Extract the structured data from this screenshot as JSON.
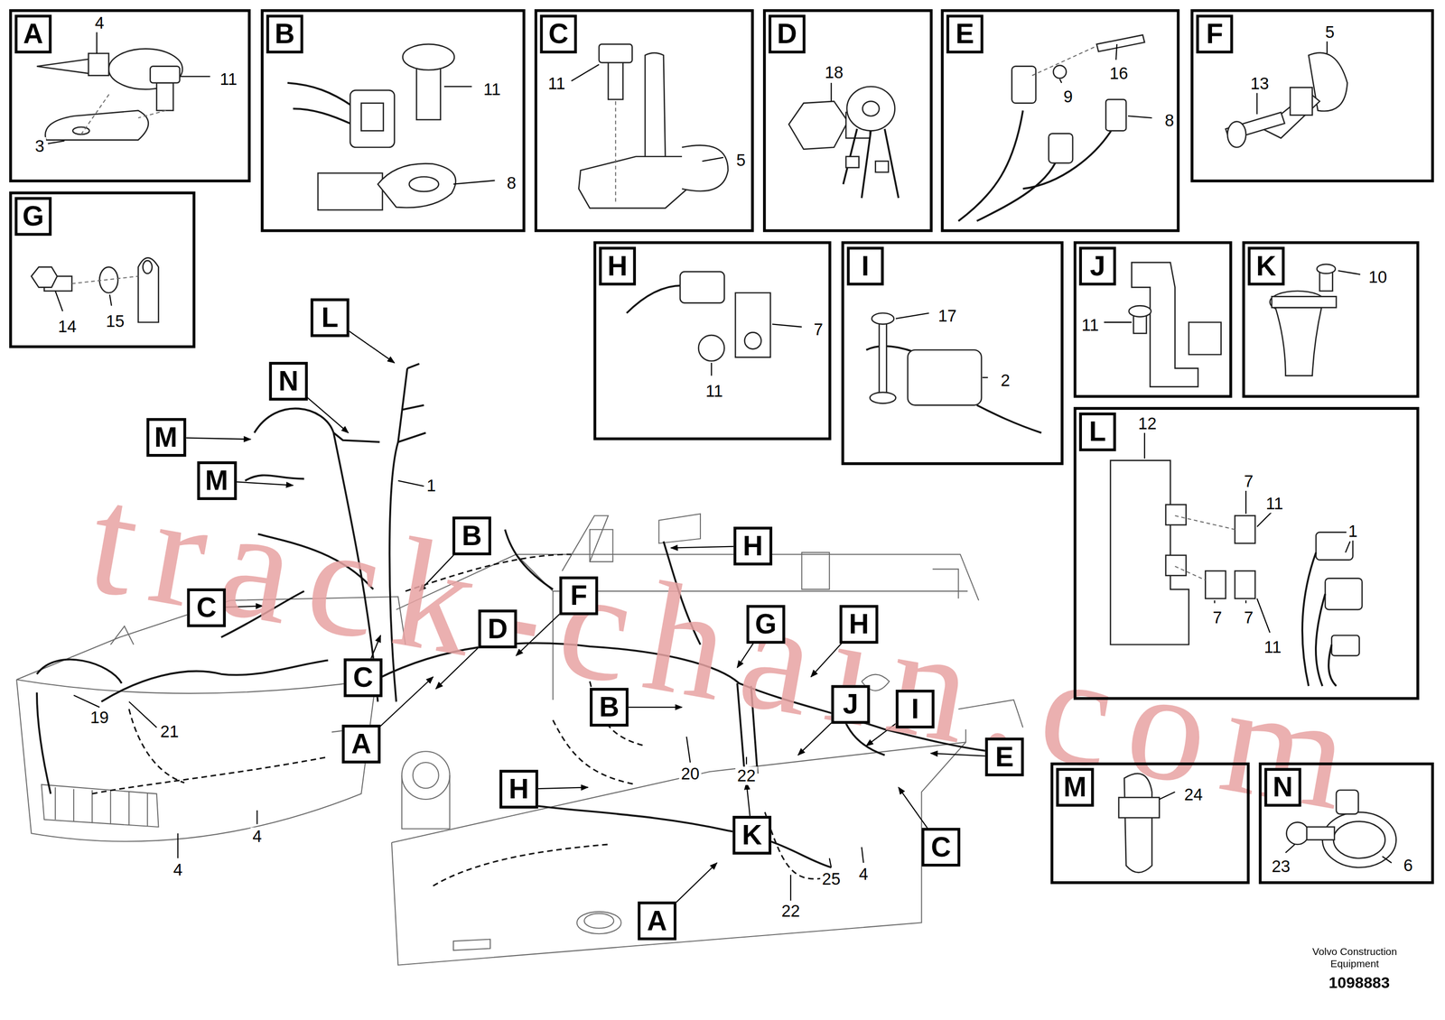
{
  "diagram": {
    "nodes": [
      {
        "text": [
          "4",
          "11",
          "3"
        ]
      },
      {
        "text": [
          "A"
        ],
        "in": 0
      },
      {
        "text": [
          "11",
          "8"
        ]
      },
      {
        "text": [
          "B"
        ],
        "in": 2
      },
      {
        "text": [
          "11",
          "5"
        ]
      },
      {
        "text": [
          "C"
        ],
        "in": 4
      },
      {
        "text": [
          "18"
        ]
      },
      {
        "text": [
          "D"
        ],
        "in": 6
      },
      {
        "text": [
          "16",
          "9",
          "8"
        ]
      },
      {
        "text": [
          "E"
        ],
        "in": 8
      },
      {
        "text": [
          "5",
          "13"
        ]
      },
      {
        "text": [
          "F"
        ],
        "in": 10
      },
      {
        "text": [
          "14",
          "15"
        ]
      },
      {
        "text": [
          "G"
        ],
        "in": 12
      },
      {
        "text": [
          "7",
          "11"
        ]
      },
      {
        "text": [
          "H"
        ],
        "in": 14
      },
      {
        "text": [
          "17",
          "2"
        ]
      },
      {
        "text": [
          "I"
        ],
        "in": 16
      },
      {
        "text": [
          "11"
        ]
      },
      {
        "text": [
          "J"
        ],
        "in": 18
      },
      {
        "text": [
          "10"
        ]
      },
      {
        "text": [
          "K"
        ],
        "in": 20
      },
      {
        "text": [
          "12",
          "7",
          "11",
          "1",
          "7",
          "7",
          "11"
        ]
      },
      {
        "text": [
          "L"
        ],
        "in": 22
      },
      {
        "text": [
          "L"
        ]
      },
      {
        "text": [
          "N"
        ]
      },
      {
        "text": [
          "M"
        ]
      },
      {
        "text": [
          "M"
        ]
      },
      {
        "text": [
          "B"
        ]
      },
      {
        "text": [
          "H"
        ]
      },
      {
        "text": [
          "F"
        ]
      },
      {
        "text": [
          "C"
        ]
      },
      {
        "text": [
          "G"
        ]
      },
      {
        "text": [
          "H"
        ]
      },
      {
        "text": [
          "D"
        ]
      },
      {
        "text": [
          "C"
        ]
      },
      {
        "text": [
          "J"
        ]
      },
      {
        "text": [
          "B"
        ]
      },
      {
        "text": [
          "I"
        ]
      },
      {
        "text": [
          "A"
        ]
      },
      {
        "text": [
          "E"
        ]
      },
      {
        "text": [
          "H"
        ]
      },
      {
        "text": [
          "K"
        ]
      },
      {
        "text": [
          "C"
        ]
      },
      {
        "text": [
          "A"
        ]
      },
      {
        "text": [
          "24"
        ]
      },
      {
        "text": [
          "M"
        ],
        "in": 45
      },
      {
        "text": [
          "23",
          "6"
        ]
      },
      {
        "text": [
          "N"
        ],
        "in": 47
      }
    ],
    "labels": [
      "track-chain.com",
      "1",
      "19",
      "21",
      "4",
      "4",
      "20",
      "22",
      "22",
      "25",
      "4",
      "Volvo Construction Equipment",
      "1098883"
    ]
  }
}
